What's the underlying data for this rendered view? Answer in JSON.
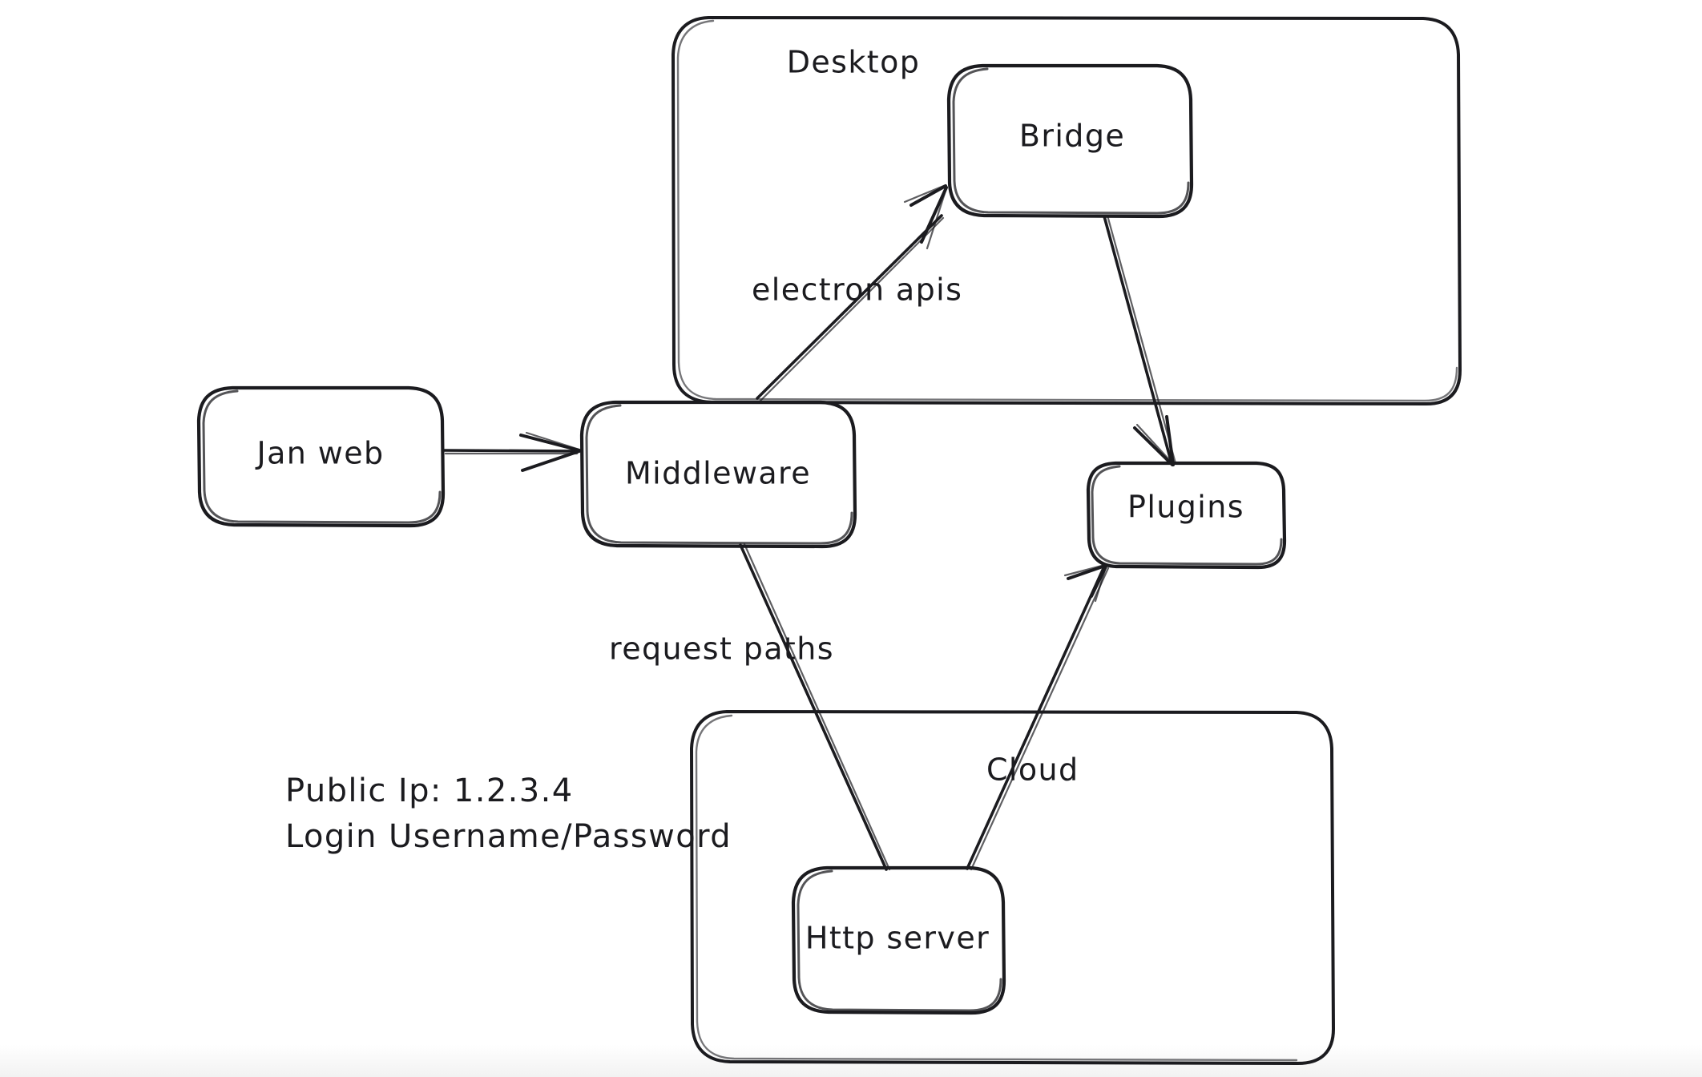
{
  "diagram": {
    "title": "Jan architecture overview",
    "background_color": "#ffffff",
    "stroke_color": "#1b1b1f",
    "style": "hand-drawn whiteboard sketch"
  },
  "groups": [
    {
      "id": "desktop",
      "label": "Desktop"
    },
    {
      "id": "cloud",
      "label": ""
    }
  ],
  "nodes": [
    {
      "id": "jan_web",
      "label": "Jan web"
    },
    {
      "id": "middleware",
      "label": "Middleware"
    },
    {
      "id": "bridge",
      "label": "Bridge"
    },
    {
      "id": "plugins",
      "label": "Plugins"
    },
    {
      "id": "http_server",
      "label": "Http server"
    }
  ],
  "edges": [
    {
      "id": "e1",
      "from": "jan_web",
      "to": "middleware",
      "label": ""
    },
    {
      "id": "e2",
      "from": "middleware",
      "to": "bridge",
      "label": "electron apis"
    },
    {
      "id": "e3",
      "from": "bridge",
      "to": "plugins",
      "label": ""
    },
    {
      "id": "e4",
      "from": "middleware",
      "to": "http_server",
      "label": "request paths"
    },
    {
      "id": "e5",
      "from": "http_server",
      "to": "plugins",
      "label": "Cloud"
    }
  ],
  "notes": {
    "public_ip_line": "Public Ip: 1.2.3.4",
    "login_line": "Login Username/Password"
  }
}
